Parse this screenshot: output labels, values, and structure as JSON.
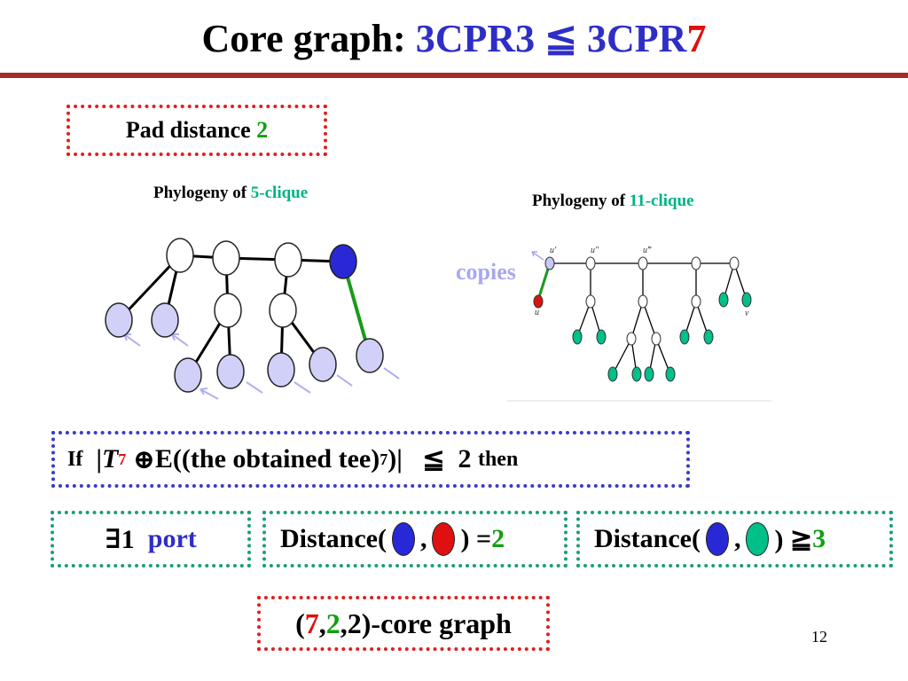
{
  "title": {
    "prefix": "Core graph: ",
    "expr_left": "3CPR3",
    "relation": " ≦ ",
    "expr_right_base": "3CPR",
    "expr_right_num": "7"
  },
  "pad": {
    "label": "Pad distance ",
    "value": "2"
  },
  "caption_5": {
    "prefix": "Phylogeny of ",
    "highlight": "5-clique"
  },
  "caption_11": {
    "prefix": "Phylogeny of ",
    "highlight": "11-clique"
  },
  "copies_label": "copies",
  "tree11_labels": {
    "u_prime": "u′",
    "u_dprime": "u″",
    "u_tprime": "u‴",
    "u": "u",
    "v": "v"
  },
  "condition": {
    "if": "If",
    "bar_open": "|",
    "T": "T",
    "T_sup": "7",
    "op": "⊕",
    "E_text": "E((the obtained tee)",
    "E_sup": "7",
    "close": ")|",
    "relation": "≦",
    "value": "2",
    "then": "then"
  },
  "port": {
    "exists": "∃1",
    "label": "port"
  },
  "distance_eq": {
    "label": "Distance(",
    "comma": ",",
    "close": ") = ",
    "value": "2"
  },
  "distance_ge": {
    "label": "Distance(",
    "comma": ",",
    "close": ") ≧ ",
    "value": "3"
  },
  "core": {
    "open": "(",
    "n1": "7",
    "c1": ",",
    "n2": "2",
    "rest": ",2)-core graph"
  },
  "page_number": "12",
  "colors": {
    "title_rule": "#a42b2b",
    "blue_text": "#2e2ec7",
    "red_text": "#e01010",
    "green_text": "#11a011",
    "teal_text": "#00b386",
    "lavender_node": "#d0d0f8",
    "blue_node": "#2828d6",
    "teal_node": "#00c08a",
    "green_edge": "#1a9a1a"
  }
}
